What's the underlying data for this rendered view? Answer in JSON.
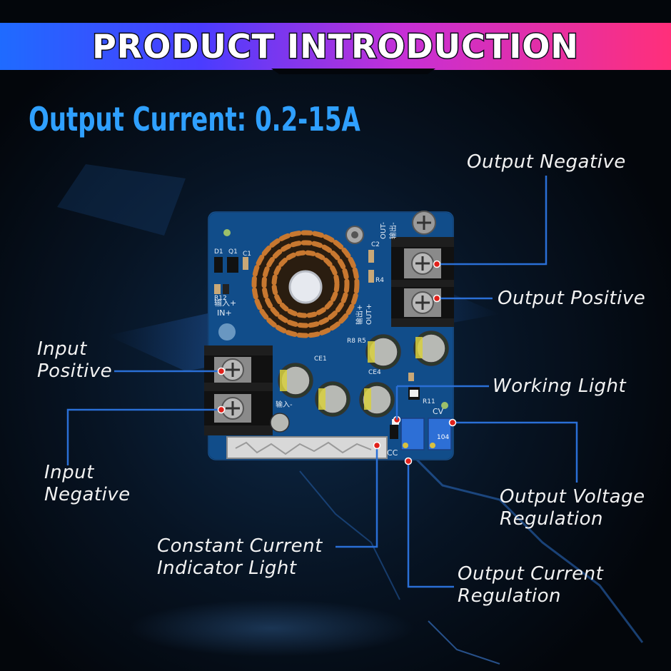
{
  "banner": {
    "title": "PRODUCT INTRODUCTION"
  },
  "spec": {
    "output_current": "Output Current: 0.2-15A"
  },
  "labels": {
    "output_negative": "Output Negative",
    "output_positive": "Output Positive",
    "input_positive_1": "Input",
    "input_positive_2": "Positive",
    "working_light": "Working Light",
    "input_negative_1": "Input",
    "input_negative_2": "Negative",
    "output_voltage_regulation_1": "Output Voltage",
    "output_voltage_regulation_2": "Regulation",
    "constant_current_indicator_1": "Constant Current",
    "constant_current_indicator_2": "Indicator Light",
    "output_current_regulation_1": "Output Current",
    "output_current_regulation_2": "Regulation"
  },
  "board": {
    "silkscreen": {
      "d1": "D1",
      "q1": "Q1",
      "c1": "C1",
      "c2": "C2",
      "r12": "R12",
      "r4": "R4",
      "in_cn": "输入+",
      "in_plus": "IN+",
      "out_minus": "OUT-",
      "out_minus_cn": "输出-",
      "out_plus": "OUT+",
      "out_plus_cn": "输出+",
      "r8r5": "R8 R5",
      "ce1": "CE1",
      "ce4": "CE4",
      "r11": "R11",
      "cv": "CV",
      "cc": "CC",
      "in_minus_cn": "输入-",
      "pot_value": "104"
    }
  },
  "colors": {
    "accent_blue": "#2fa0ff",
    "leader_blue": "#2a6fd6",
    "marker_red": "#e0201a",
    "pcb_blue": "#114d8a",
    "coil_copper": "#c87830"
  }
}
